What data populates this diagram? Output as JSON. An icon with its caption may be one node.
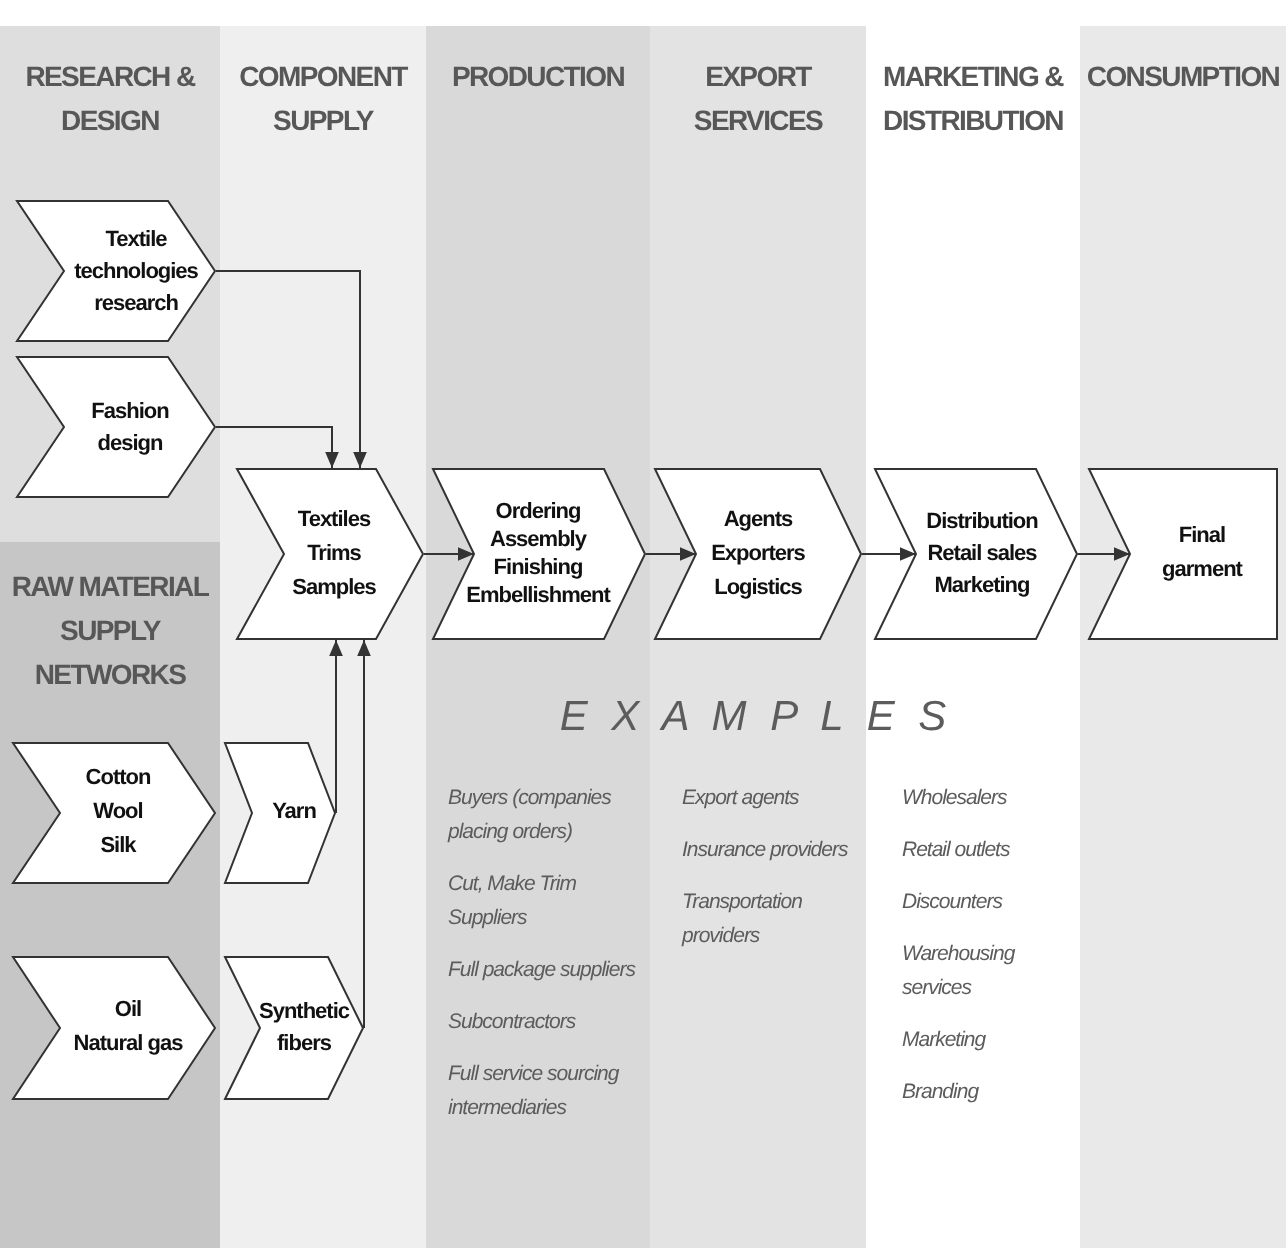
{
  "diagram": {
    "nodes": [
      {
        "text": [
          "RESEARCH & DESIGN"
        ]
      },
      {
        "text": [
          "COMPONENT SUPPLY"
        ]
      },
      {
        "text": [
          "PRODUCTION"
        ]
      },
      {
        "text": [
          "EXPORT SERVICES"
        ]
      },
      {
        "text": [
          "MARKETING & DISTRIBUTION"
        ]
      },
      {
        "text": [
          "CONSUMPTION"
        ]
      },
      {
        "text": [
          "Textile technologies research"
        ],
        "in": 0
      },
      {
        "text": [
          "Fashion design"
        ],
        "in": 0
      },
      {
        "text": [
          "RAW MATERIAL SUPPLY NETWORKS"
        ]
      },
      {
        "text": [
          "Textiles",
          "Trims",
          "Samples"
        ],
        "in": 1
      },
      {
        "text": [
          "Ordering",
          "Assembly",
          "Finishing",
          "Embellishment"
        ],
        "in": 2
      },
      {
        "text": [
          "Agents",
          "Exporters",
          "Logistics"
        ],
        "in": 3
      },
      {
        "text": [
          "Distribution",
          "Retail sales",
          "Marketing"
        ],
        "in": 4
      },
      {
        "text": [
          "Final garment"
        ],
        "in": 5
      },
      {
        "text": [
          "Cotton",
          "Wool",
          "Silk"
        ],
        "in": 8
      },
      {
        "text": [
          "Yarn"
        ],
        "in": 1
      },
      {
        "text": [
          "Oil",
          "Natural gas"
        ],
        "in": 8
      },
      {
        "text": [
          "Synthetic fibers"
        ],
        "in": 1
      }
    ],
    "edges": [
      {
        "from": 6,
        "to": 9,
        "arrow": "to"
      },
      {
        "from": 7,
        "to": 9,
        "arrow": "to"
      },
      {
        "from": 9,
        "to": 10,
        "arrow": "to"
      },
      {
        "from": 10,
        "to": 11,
        "arrow": "to"
      },
      {
        "from": 11,
        "to": 12,
        "arrow": "to"
      },
      {
        "from": 12,
        "to": 13,
        "arrow": "to"
      },
      {
        "from": 15,
        "to": 9,
        "arrow": "to"
      },
      {
        "from": 17,
        "to": 9,
        "arrow": "to"
      }
    ],
    "labels": [
      "E X A M P L E S",
      "Buyers (companies placing orders)",
      "Cut, Make Trim Suppliers",
      "Full package suppliers",
      "Subcontractors",
      "Full service sourcing intermediaries",
      "Export agents",
      "Insurance providers",
      "Transportation providers",
      "Wholesalers",
      "Retail outlets",
      "Discounters",
      "Warehousing services",
      "Marketing",
      "Branding"
    ]
  }
}
